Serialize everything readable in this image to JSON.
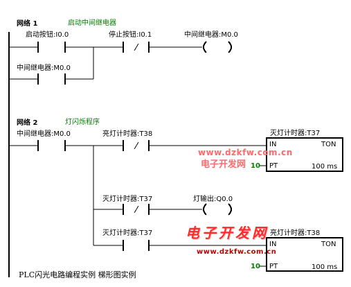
{
  "network1": {
    "header": "网络 1",
    "comment": "启动中间继电器",
    "start_contact": "启动按钮:I0.0",
    "stop_contact": "停止按钮:I0.1",
    "relay_coil": "中间继电器:M0.0",
    "seal_contact": "中间继电器:M0.0"
  },
  "network2": {
    "header": "网络 2",
    "comment": "灯闪烁程序",
    "relay_contact": "中间继电器:M0.0",
    "on_timer_contact": "亮灯计时器:T38",
    "off_timer_box_label": "灭灯计时器:T37",
    "off_timer_in": "IN",
    "off_timer_type": "TON",
    "off_timer_pt_value": "10",
    "off_timer_pt": "PT",
    "off_timer_unit": "100 ms",
    "off_contact_nc": "灭灯计时器:T37",
    "light_output_coil": "灯输出:Q0.0",
    "off_contact_no": "灭灯计时器:T37",
    "on_timer_box_label": "亮灯计时器:T38",
    "on_timer_in": "IN",
    "on_timer_type": "TON",
    "on_timer_pt_value": "10",
    "on_timer_pt": "PT",
    "on_timer_unit": "100 ms"
  },
  "watermarks": {
    "site_top": "www.dzkfw.com.cn",
    "name_top": "电子开发网",
    "name_bottom": "电子开发网",
    "site_bottom": "www.dzkfw.com.cn"
  },
  "caption": "PLC闪光电路编程实例 梯形图实例",
  "colors": {
    "comment": "#008000",
    "watermark": "#ff4040",
    "line": "#000000"
  }
}
